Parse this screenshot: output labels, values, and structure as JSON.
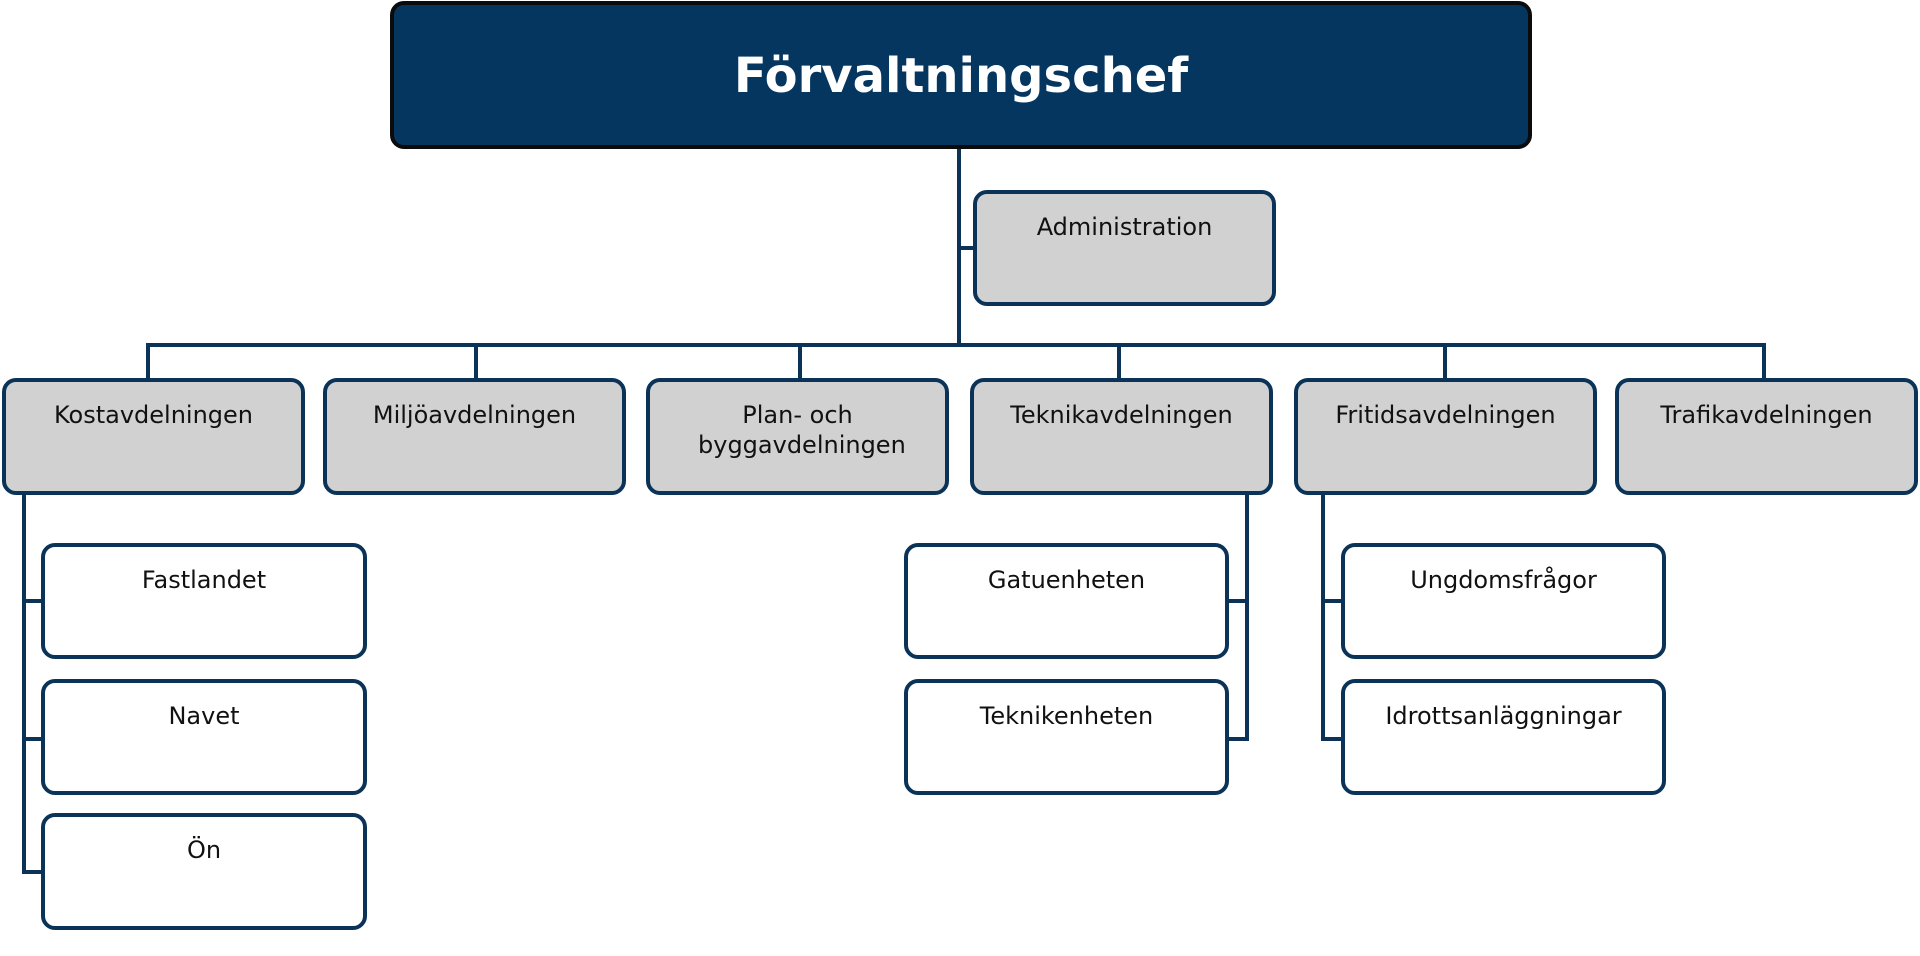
{
  "org": {
    "root": "Förvaltningschef",
    "staff": "Administration",
    "departments": [
      {
        "name": "Kostavdelningen",
        "units": [
          "Fastlandet",
          "Navet",
          "Ön"
        ]
      },
      {
        "name": "Miljöavdelningen",
        "units": []
      },
      {
        "name": "Plan- och byggavdelningen",
        "units": []
      },
      {
        "name": "Teknikavdelningen",
        "units": [
          "Gatuenheten",
          "Teknikenheten"
        ]
      },
      {
        "name": "Fritidsavdelningen",
        "units": [
          "Ungdomsfrågor",
          "Idrottsanläggningar"
        ]
      },
      {
        "name": "Trafikavdelningen",
        "units": []
      }
    ]
  },
  "colors": {
    "root_fill": "#053660",
    "department_fill": "#d1d1d1",
    "unit_fill": "#ffffff",
    "line": "#0a3357"
  }
}
